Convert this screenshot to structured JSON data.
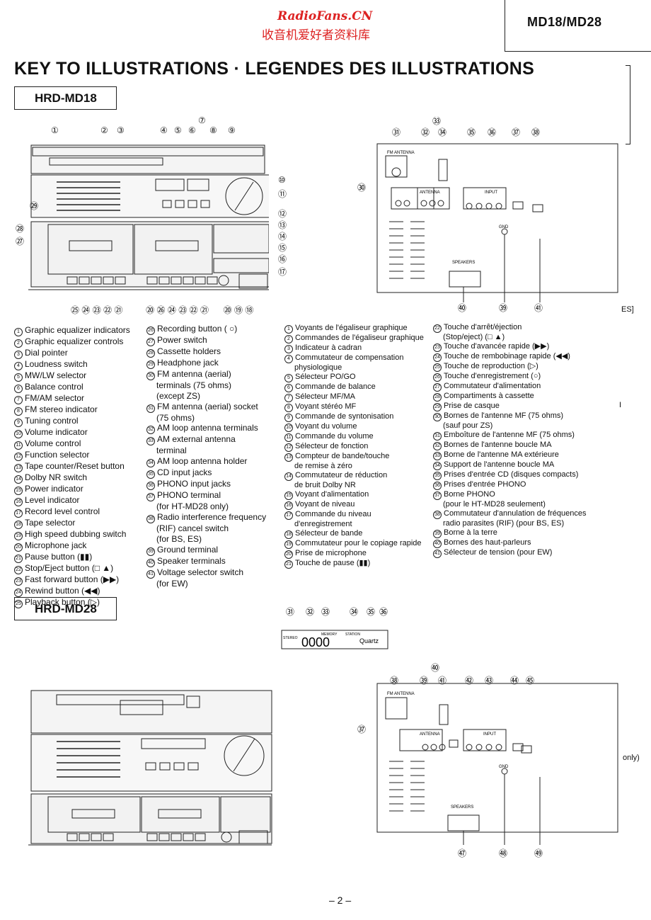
{
  "header": {
    "watermark_site": "RadioFans.CN",
    "watermark_cn": "收音机爱好者资料库",
    "model": "MD18/MD28"
  },
  "title": "KEY TO ILLUSTRATIONS · LEGENDES DES ILLUSTRATIONS",
  "section1": {
    "label": "HRD-MD18"
  },
  "section2": {
    "label": "HRD-MD28"
  },
  "side_note_1": "ES]",
  "side_note_2": "I",
  "side_note_3": "only)",
  "callouts_md18_top": [
    "①",
    "②",
    "③",
    "④",
    "⑤",
    "⑥",
    "⑦",
    "⑧",
    "⑨"
  ],
  "callouts_md18_right": [
    "⑩",
    "⑪",
    "⑫",
    "⑬",
    "⑭",
    "⑮",
    "⑯",
    "⑰"
  ],
  "callouts_md18_bottom_left": [
    "㉕",
    "㉔",
    "㉓",
    "㉒",
    "㉑"
  ],
  "callouts_md18_bottom_mid": [
    "⑳",
    "㉖",
    "㉔",
    "㉓",
    "㉒",
    "㉑"
  ],
  "callouts_md18_bottom_right": [
    "⑳",
    "⑲",
    "⑱"
  ],
  "callouts_md18_left": [
    "㉙",
    "㉘",
    "㉗"
  ],
  "callouts_md18_rear_top": [
    "㉛",
    "㉜",
    "㉝",
    "㉞",
    "㉟",
    "㊱",
    "㊲",
    "㊳"
  ],
  "callouts_md18_rear_bottom": [
    "㊵",
    "㊴",
    "㊶"
  ],
  "callouts_md18_rear_left": "㉚",
  "rear_labels": {
    "antenna": "ANTENNA",
    "input": "INPUT",
    "gnd": "GND",
    "speakers": "SPEAKERS",
    "fm_antenna": "FM ANTENNA"
  },
  "md28_display": {
    "digits": "0000",
    "station": "STATION",
    "quartz": "Quartz",
    "stereo": "STEREO",
    "memory": "MEMORY"
  },
  "callouts_md28_display": [
    "㉛",
    "㉜",
    "㉝",
    "㉞",
    "㉟",
    "㊱"
  ],
  "callouts_md28_rear_top": [
    "㊳",
    "㊴",
    "㊵",
    "㊶",
    "㊷",
    "㊸",
    "㊹",
    "㊺"
  ],
  "callouts_md28_rear_bottom": [
    "㊼",
    "㊽",
    "㊾"
  ],
  "callouts_md28_rear_left": "㊲",
  "legend_en": [
    {
      "n": "1",
      "t": "Graphic equalizer indicators"
    },
    {
      "n": "2",
      "t": "Graphic equalizer controls"
    },
    {
      "n": "3",
      "t": "Dial pointer"
    },
    {
      "n": "4",
      "t": "Loudness switch"
    },
    {
      "n": "5",
      "t": "MW/LW selector"
    },
    {
      "n": "6",
      "t": "Balance control"
    },
    {
      "n": "7",
      "t": "FM/AM selector"
    },
    {
      "n": "8",
      "t": "FM stereo indicator"
    },
    {
      "n": "9",
      "t": "Tuning control"
    },
    {
      "n": "10",
      "t": "Volume indicator"
    },
    {
      "n": "11",
      "t": "Volume control"
    },
    {
      "n": "12",
      "t": "Function selector"
    },
    {
      "n": "13",
      "t": "Tape counter/Reset button"
    },
    {
      "n": "14",
      "t": "Dolby NR switch"
    },
    {
      "n": "15",
      "t": "Power indicator"
    },
    {
      "n": "16",
      "t": "Level indicator"
    },
    {
      "n": "17",
      "t": "Record level control"
    },
    {
      "n": "18",
      "t": "Tape selector"
    },
    {
      "n": "19",
      "t": "High speed dubbing switch"
    },
    {
      "n": "20",
      "t": "Microphone jack"
    },
    {
      "n": "21",
      "t": "Pause button (▮▮)"
    },
    {
      "n": "22",
      "t": "Stop/Eject button (□ ▲)"
    },
    {
      "n": "23",
      "t": "Fast forward button (▶▶)"
    },
    {
      "n": "24",
      "t": "Rewind button (◀◀)"
    },
    {
      "n": "25",
      "t": "Playback button (▷)"
    }
  ],
  "legend_en2": [
    {
      "n": "26",
      "t": "Recording button ( ○)"
    },
    {
      "n": "27",
      "t": "Power switch"
    },
    {
      "n": "28",
      "t": "Cassette holders"
    },
    {
      "n": "29",
      "t": "Headphone jack"
    },
    {
      "n": "30",
      "t": "FM antenna (aerial)"
    },
    {
      "n": "",
      "t": "terminals (75 ohms)"
    },
    {
      "n": "",
      "t": "(except ZS)"
    },
    {
      "n": "31",
      "t": "FM antenna (aerial) socket"
    },
    {
      "n": "",
      "t": "(75 ohms)"
    },
    {
      "n": "32",
      "t": "AM loop antenna terminals"
    },
    {
      "n": "33",
      "t": "AM external antenna"
    },
    {
      "n": "",
      "t": "terminal"
    },
    {
      "n": "34",
      "t": "AM loop antenna holder"
    },
    {
      "n": "35",
      "t": "CD input jacks"
    },
    {
      "n": "36",
      "t": "PHONO input jacks"
    },
    {
      "n": "37",
      "t": "PHONO terminal"
    },
    {
      "n": "",
      "t": "(for HT-MD28 only)"
    },
    {
      "n": "38",
      "t": "Radio interference frequency"
    },
    {
      "n": "",
      "t": "(RIF) cancel switch"
    },
    {
      "n": "",
      "t": "(for BS, ES)"
    },
    {
      "n": "39",
      "t": "Ground terminal"
    },
    {
      "n": "40",
      "t": "Speaker terminals"
    },
    {
      "n": "41",
      "t": "Voltage selector switch"
    },
    {
      "n": "",
      "t": "(for EW)"
    }
  ],
  "legend_fr": [
    {
      "n": "1",
      "t": "Voyants de l'égaliseur graphique"
    },
    {
      "n": "2",
      "t": "Commandes de l'égaliseur graphique"
    },
    {
      "n": "3",
      "t": "Indicateur à cadran"
    },
    {
      "n": "4",
      "t": "Commutateur de compensation"
    },
    {
      "n": "",
      "t": "physiologique"
    },
    {
      "n": "5",
      "t": "Sélecteur PO/GO"
    },
    {
      "n": "6",
      "t": "Commande de balance"
    },
    {
      "n": "7",
      "t": "Sélecteur MF/MA"
    },
    {
      "n": "8",
      "t": "Voyant stéréo MF"
    },
    {
      "n": "9",
      "t": "Commande de syntonisation"
    },
    {
      "n": "10",
      "t": "Voyant du volume"
    },
    {
      "n": "11",
      "t": "Commande du volume"
    },
    {
      "n": "12",
      "t": "Sélecteur de fonction"
    },
    {
      "n": "13",
      "t": "Compteur de bande/touche"
    },
    {
      "n": "",
      "t": "de remise à zéro"
    },
    {
      "n": "14",
      "t": "Commutateur de réduction"
    },
    {
      "n": "",
      "t": "de bruit Dolby NR"
    },
    {
      "n": "15",
      "t": "Voyant d'alimentation"
    },
    {
      "n": "16",
      "t": "Voyant de niveau"
    },
    {
      "n": "17",
      "t": "Commande du niveau"
    },
    {
      "n": "",
      "t": "d'enregistrement"
    },
    {
      "n": "18",
      "t": "Sélecteur de bande"
    },
    {
      "n": "19",
      "t": "Commutateur pour le copiage rapide"
    },
    {
      "n": "20",
      "t": "Prise de microphone"
    },
    {
      "n": "21",
      "t": "Touche de pause (▮▮)"
    }
  ],
  "legend_fr2": [
    {
      "n": "22",
      "t": "Touche d'arrêt/éjection"
    },
    {
      "n": "",
      "t": "(Stop/eject) (□ ▲)"
    },
    {
      "n": "23",
      "t": "Touche d'avancée rapide (▶▶)"
    },
    {
      "n": "24",
      "t": "Touche de rembobinage rapide (◀◀)"
    },
    {
      "n": "25",
      "t": "Touche de reproduction (▷)"
    },
    {
      "n": "26",
      "t": "Touche d'enregistrement (○)"
    },
    {
      "n": "27",
      "t": "Commutateur d'alimentation"
    },
    {
      "n": "28",
      "t": "Compartiments à cassette"
    },
    {
      "n": "29",
      "t": "Prise de casque"
    },
    {
      "n": "30",
      "t": "Bornes de l'antenne MF (75 ohms)"
    },
    {
      "n": "",
      "t": "(sauf pour ZS)"
    },
    {
      "n": "31",
      "t": "Emboîture de l'antenne MF (75 ohms)"
    },
    {
      "n": "32",
      "t": "Bornes de l'antenne boucle MA"
    },
    {
      "n": "33",
      "t": "Borne de l'antenne MA extérieure"
    },
    {
      "n": "34",
      "t": "Support de l'antenne boucle MA"
    },
    {
      "n": "35",
      "t": "Prises d'entrée CD (disques compacts)"
    },
    {
      "n": "36",
      "t": "Prises d'entrée PHONO"
    },
    {
      "n": "37",
      "t": "Borne PHONO"
    },
    {
      "n": "",
      "t": "(pour le HT-MD28 seulement)"
    },
    {
      "n": "38",
      "t": "Commutateur d'annulation de fréquences"
    },
    {
      "n": "",
      "t": "radio parasites (RIF) (pour BS, ES)"
    },
    {
      "n": "39",
      "t": "Borne à la terre"
    },
    {
      "n": "40",
      "t": "Bornes des haut-parleurs"
    },
    {
      "n": "41",
      "t": "Sélecteur de tension (pour EW)"
    }
  ],
  "page_number": "– 2 –"
}
